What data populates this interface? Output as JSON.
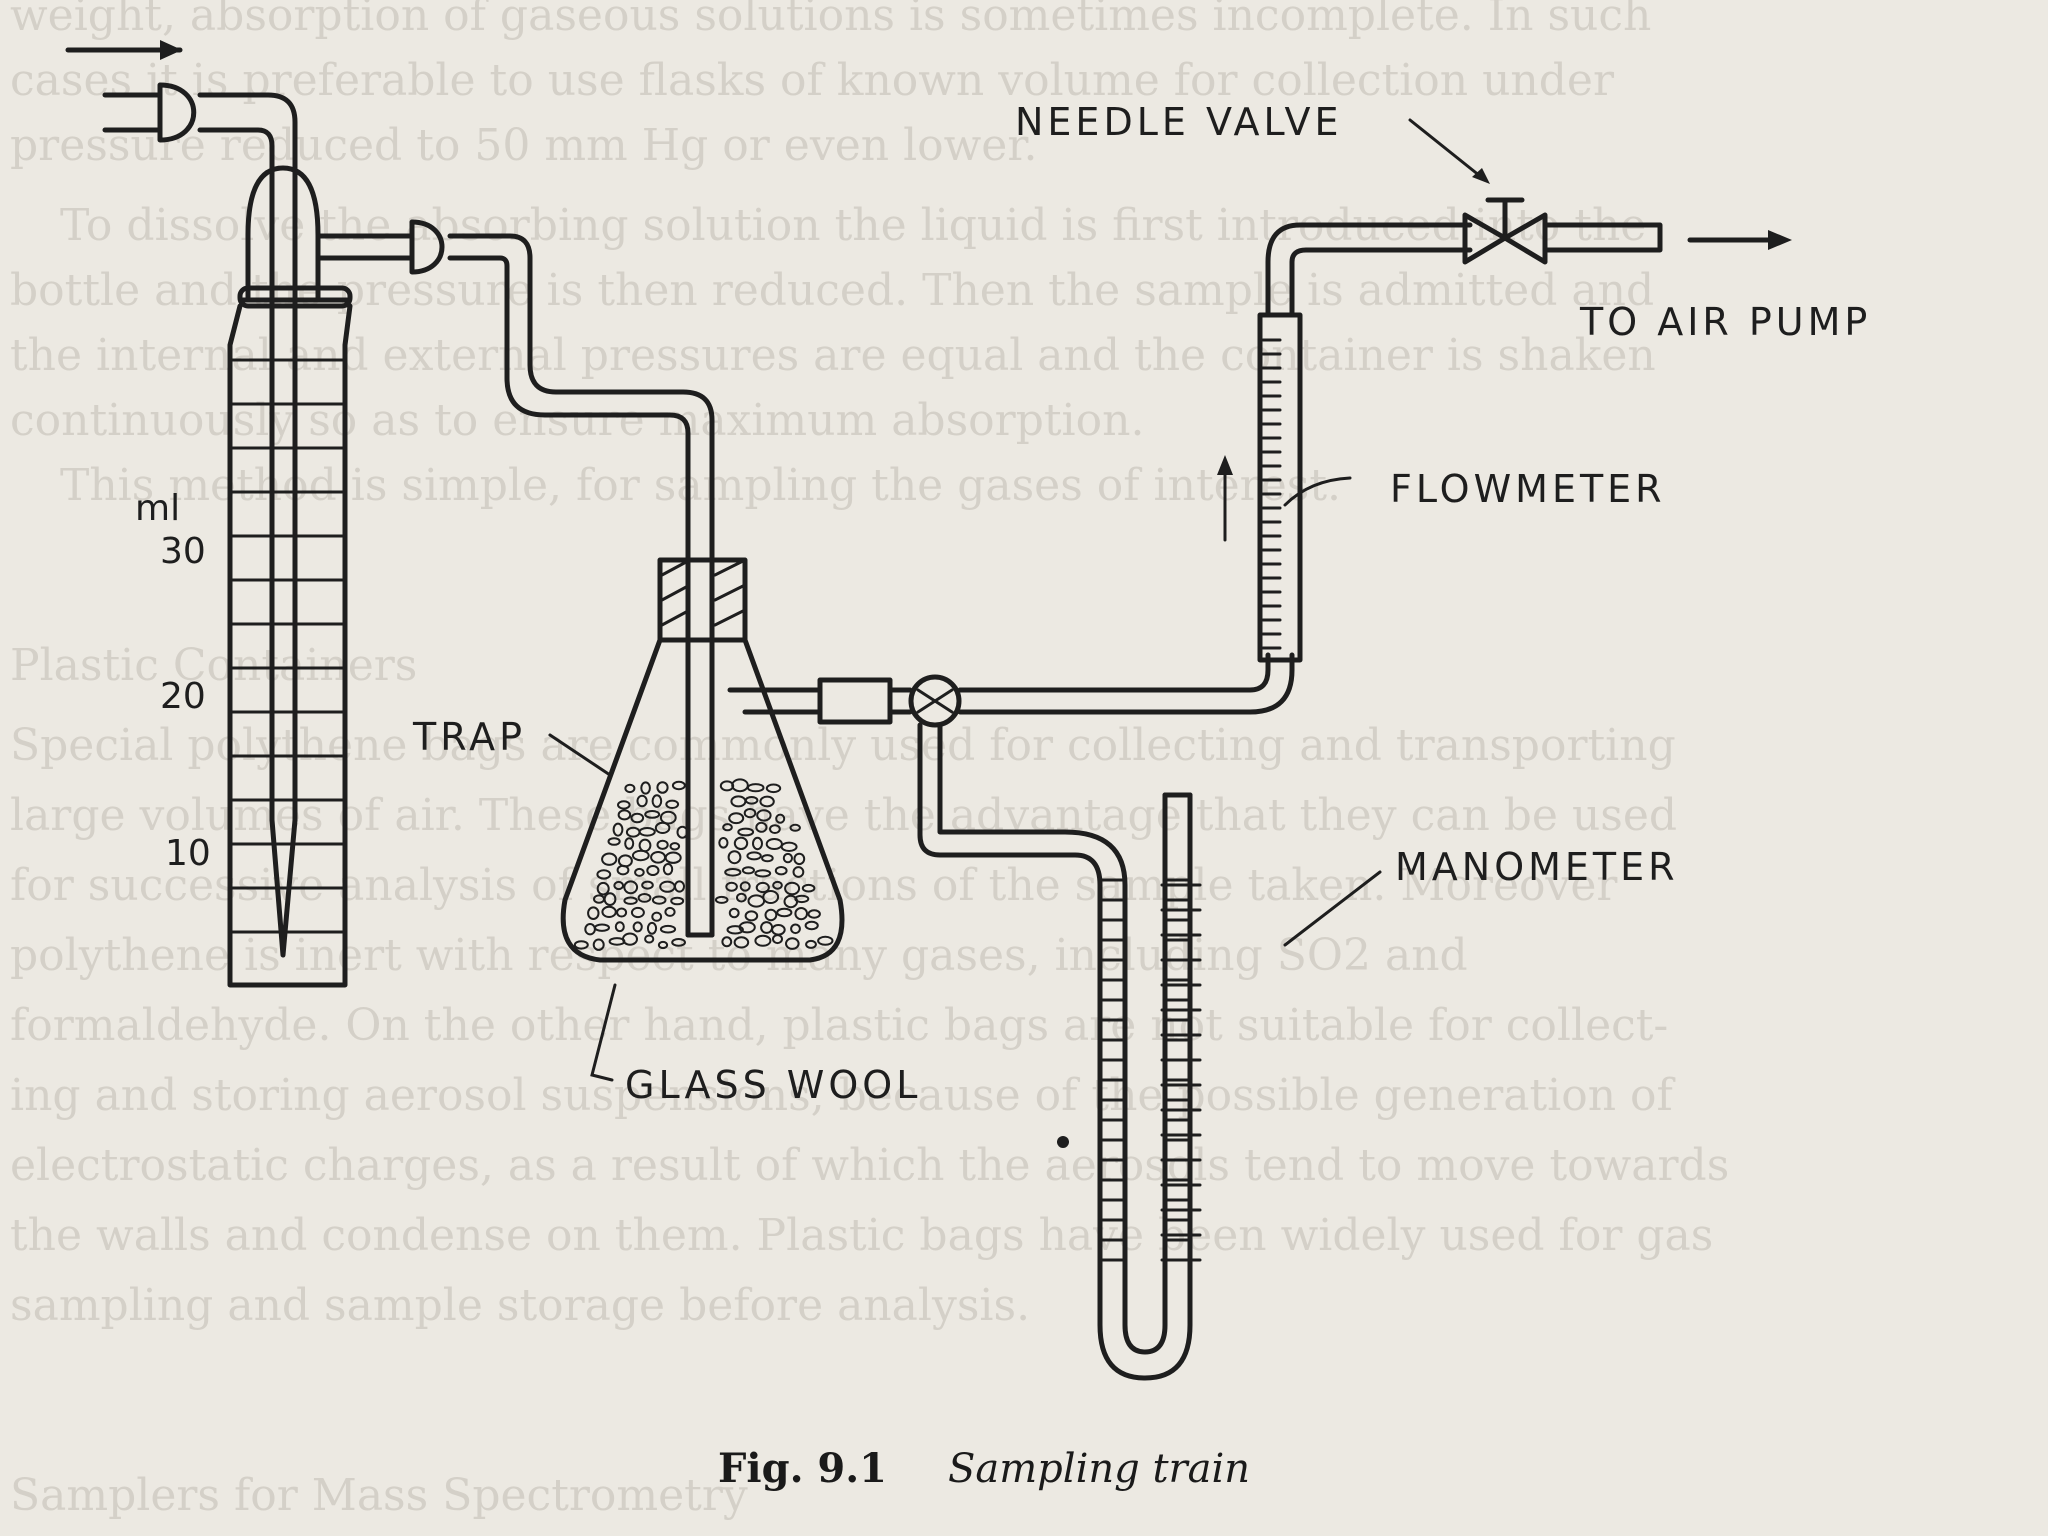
{
  "figure": {
    "labels": {
      "needle_valve": "NEEDLE VALVE",
      "to_air_pump": "TO AIR PUMP",
      "flowmeter": "FLOWMETER",
      "trap": "TRAP",
      "manometer": "MANOMETER",
      "glass_wool": "GLASS WOOL"
    },
    "graduations": {
      "unit": "ml",
      "marks": [
        "30",
        "20",
        "10"
      ]
    },
    "caption": {
      "number": "Fig. 9.1",
      "title": "Sampling train"
    }
  },
  "bleed_through": [
    "weight, absorption of gaseous solutions is sometimes incomplete. In such",
    "cases it is preferable to use flasks of known volume for collection under",
    "pressure reduced to 50 mm Hg or even lower.",
    "To dissolve the absorbing solution the liquid is first introduced into the",
    "bottle and the pressure is then reduced. Then the sample is admitted and",
    "the internal and external pressures are equal and the container is shaken",
    "continuously so as to ensure maximum absorption.",
    "This method is simple, for sampling the gases of interest.",
    "Plastic Containers",
    "Special polythene bags are commonly used for collecting and transporting",
    "large volumes of air. These bags have the advantage that they can be used",
    "for successive analysis of small fractions of the sample taken. Moreover",
    "polythene is inert with respect to many gases, including SO2 and",
    "formaldehyde. On the other hand, plastic bags are not suitable for collect-",
    "ing and storing aerosol suspensions, because of the possible generation of",
    "electrostatic charges, as a result of which the aerosols tend to move towards",
    "the walls and condense on them. Plastic bags have been widely used for gas",
    "sampling and sample storage before analysis.",
    "Samplers for Mass Spectrometry"
  ]
}
